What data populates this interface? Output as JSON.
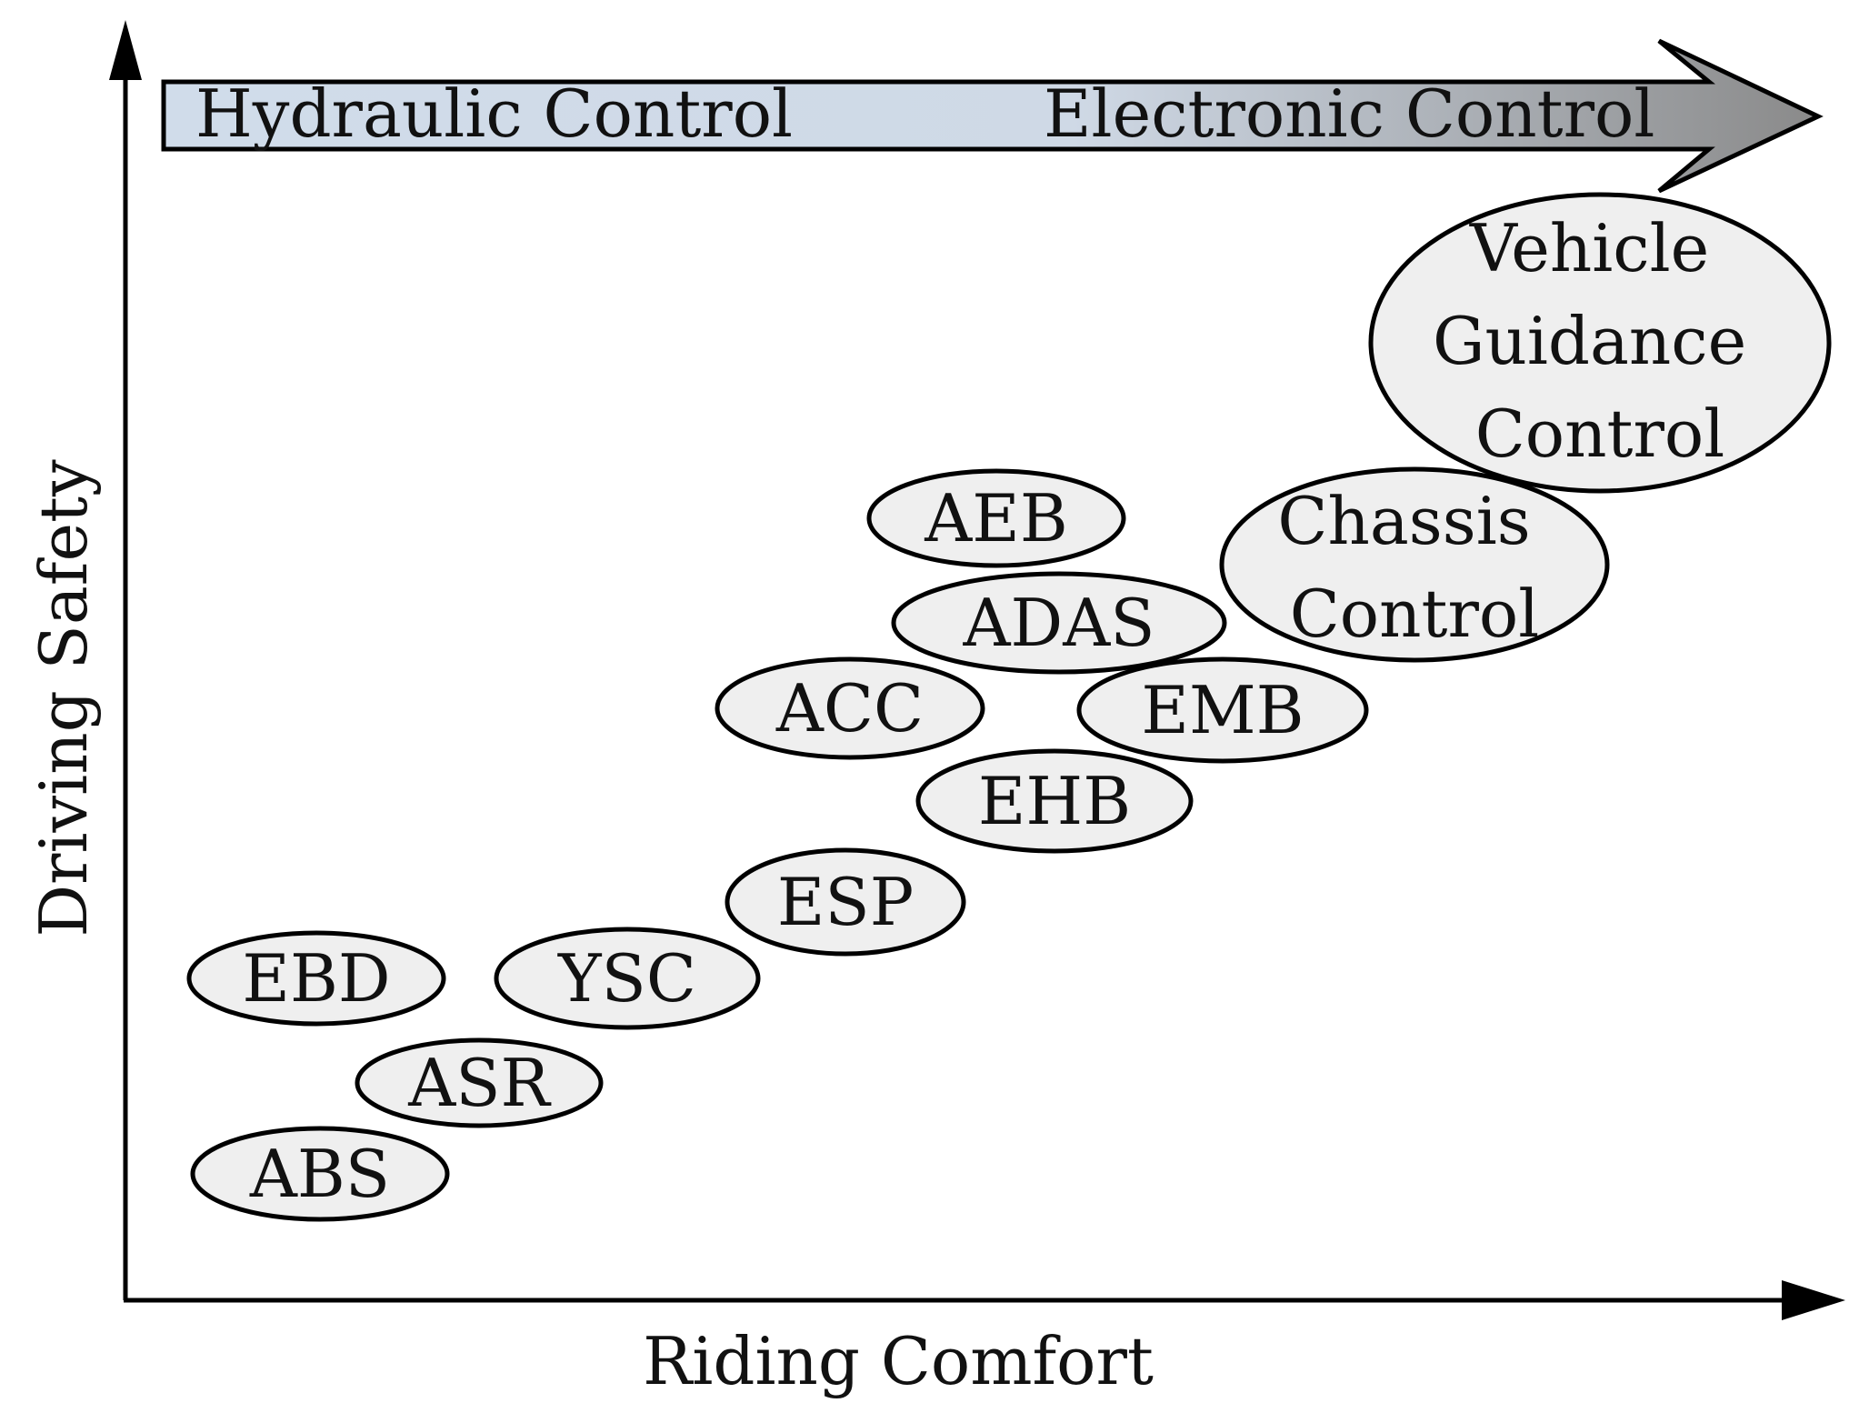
{
  "axes": {
    "x_label": "Riding Comfort",
    "y_label": "Driving Safety"
  },
  "band": {
    "left_label": "Hydraulic Control",
    "right_label": "Electronic Control",
    "color_start": "#d0dcea",
    "color_end": "#8a8a8a"
  },
  "node_fill": "#efefef",
  "nodes": {
    "abs": "ABS",
    "asr": "ASR",
    "ebd": "EBD",
    "ysc": "YSC",
    "esp": "ESP",
    "ehb": "EHB",
    "acc": "ACC",
    "emb": "EMB",
    "adas": "ADAS",
    "aeb": "AEB",
    "chassis": [
      "Chassis",
      "Control"
    ],
    "vgc": [
      "Vehicle",
      "Guidance",
      "Control"
    ]
  }
}
